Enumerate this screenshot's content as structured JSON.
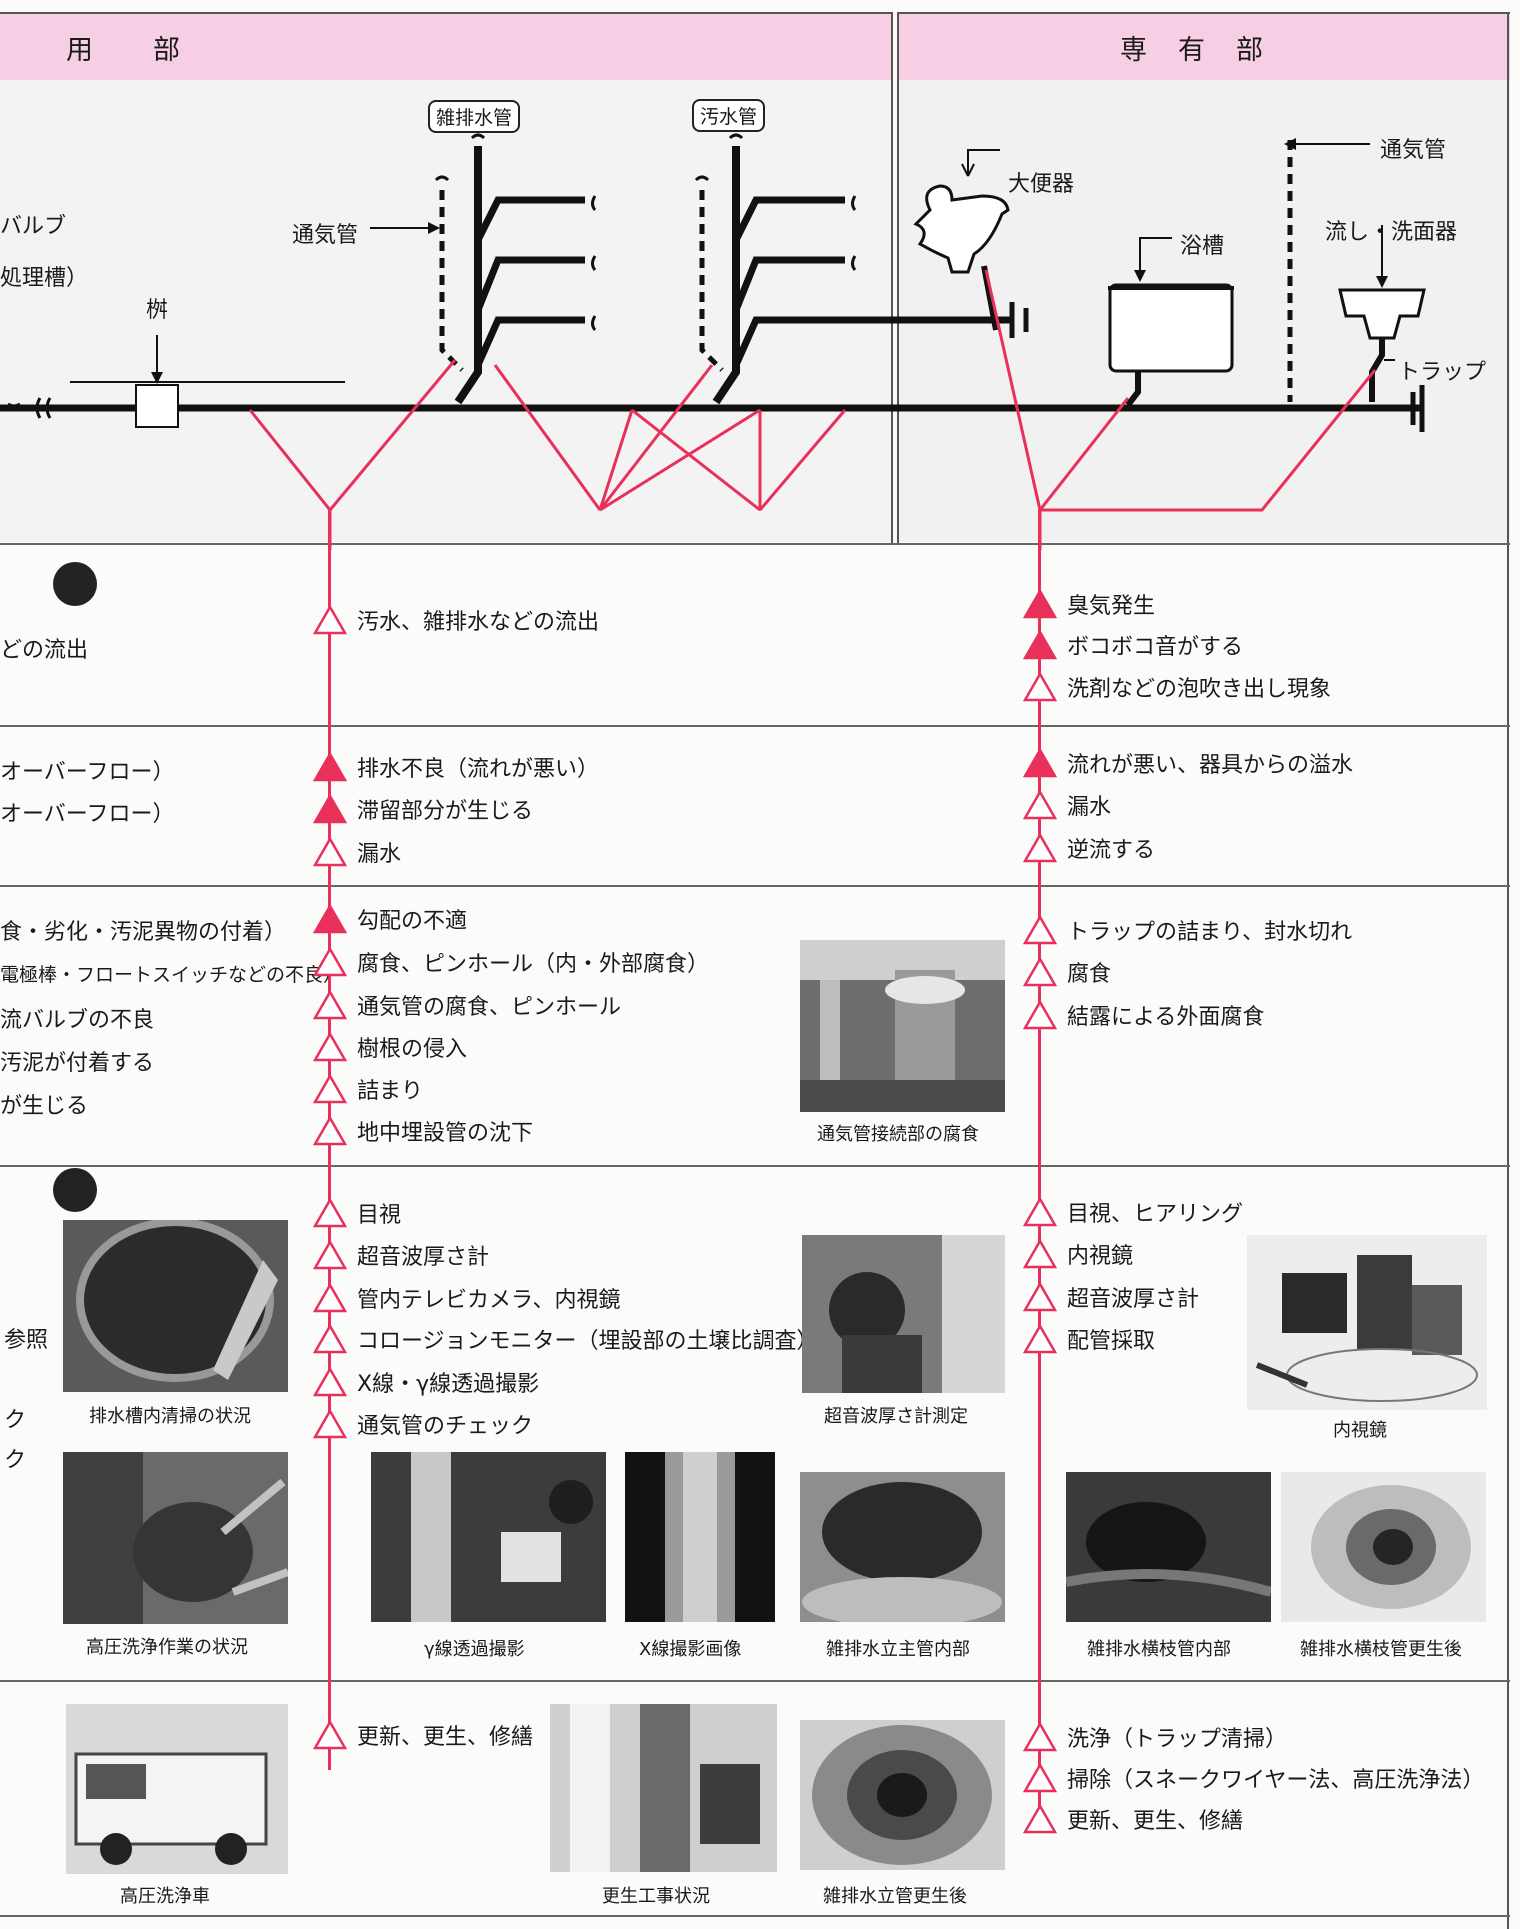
{
  "header": {
    "left_title": "用　　部",
    "right_title": "専　有　部"
  },
  "diagram": {
    "left_labels": [
      "バルブ",
      "処理槽）"
    ],
    "masu": "桝",
    "vent_label": "通気管",
    "zatsu_label": "雑排水管",
    "osui_label": "汚水管",
    "daibenki": "大便器",
    "yokuso": "浴槽",
    "vent_top": "通気管",
    "sink": "流し・洗面器",
    "trap": "トラップ"
  },
  "sections": {
    "s1": {
      "left_text": [
        "どの流出"
      ],
      "center": [
        {
          "text": "汚水、雑排水などの流出",
          "filled": false
        }
      ],
      "right": [
        {
          "text": "臭気発生",
          "filled": true
        },
        {
          "text": "ボコボコ音がする",
          "filled": true
        },
        {
          "text": "洗剤などの泡吹き出し現象",
          "filled": false
        }
      ]
    },
    "s2": {
      "left_text": [
        "オーバーフロー）",
        "オーバーフロー）"
      ],
      "center": [
        {
          "text": "排水不良（流れが悪い）",
          "filled": true
        },
        {
          "text": "滞留部分が生じる",
          "filled": true
        },
        {
          "text": "漏水",
          "filled": false
        }
      ],
      "right": [
        {
          "text": "流れが悪い、器具からの溢水",
          "filled": true
        },
        {
          "text": "漏水",
          "filled": false
        },
        {
          "text": "逆流する",
          "filled": false
        }
      ]
    },
    "s3": {
      "left_text": [
        "食・劣化・汚泥異物の付着）",
        "電極棒・フロートスイッチなどの不良）",
        "流バルブの不良",
        "汚泥が付着する",
        "が生じる"
      ],
      "center": [
        {
          "text": "勾配の不適",
          "filled": true
        },
        {
          "text": "腐食、ピンホール（内・外部腐食）",
          "filled": false
        },
        {
          "text": "通気管の腐食、ピンホール",
          "filled": false
        },
        {
          "text": "樹根の侵入",
          "filled": false
        },
        {
          "text": "詰まり",
          "filled": false
        },
        {
          "text": "地中埋設管の沈下",
          "filled": false
        }
      ],
      "right": [
        {
          "text": "トラップの詰まり、封水切れ",
          "filled": false
        },
        {
          "text": "腐食",
          "filled": false
        },
        {
          "text": "結露による外面腐食",
          "filled": false
        }
      ],
      "photo_caption": "通気管接続部の腐食"
    },
    "s4": {
      "left_text": [
        "参照",
        "ク",
        "ク"
      ],
      "center": [
        {
          "text": "目視",
          "filled": false
        },
        {
          "text": "超音波厚さ計",
          "filled": false
        },
        {
          "text": "管内テレビカメラ、内視鏡",
          "filled": false
        },
        {
          "text": "コロージョンモニター（埋設部の土壌比調査）",
          "filled": false
        },
        {
          "text": "X線・γ線透過撮影",
          "filled": false
        },
        {
          "text": "通気管のチェック",
          "filled": false
        }
      ],
      "right": [
        {
          "text": "目視、ヒアリング",
          "filled": false
        },
        {
          "text": "内視鏡",
          "filled": false
        },
        {
          "text": "超音波厚さ計",
          "filled": false
        },
        {
          "text": "配管採取",
          "filled": false
        }
      ],
      "captions": {
        "tank": "排水槽内清掃の状況",
        "ultra": "超音波厚さ計測定",
        "endo": "内視鏡",
        "hp_work": "高圧洗浄作業の状況",
        "gamma": "γ線透過撮影",
        "xray": "X線撮影画像",
        "riser": "雑排水立主管内部",
        "branch": "雑排水横枝管内部",
        "branch_after": "雑排水横枝管更生後"
      }
    },
    "s5": {
      "center": [
        {
          "text": "更新、更生、修繕",
          "filled": false
        }
      ],
      "right": [
        {
          "text": "洗浄（トラップ清掃）",
          "filled": false
        },
        {
          "text": "掃除（スネークワイヤー法、高圧洗浄法）",
          "filled": false
        },
        {
          "text": "更新、更生、修繕",
          "filled": false
        }
      ],
      "captions": {
        "truck": "高圧洗浄車",
        "renew": "更生工事状況",
        "riser_after": "雑排水立管更生後"
      }
    }
  },
  "colors": {
    "accent": "#e8305a",
    "header_bg": "#f7cfe4"
  }
}
